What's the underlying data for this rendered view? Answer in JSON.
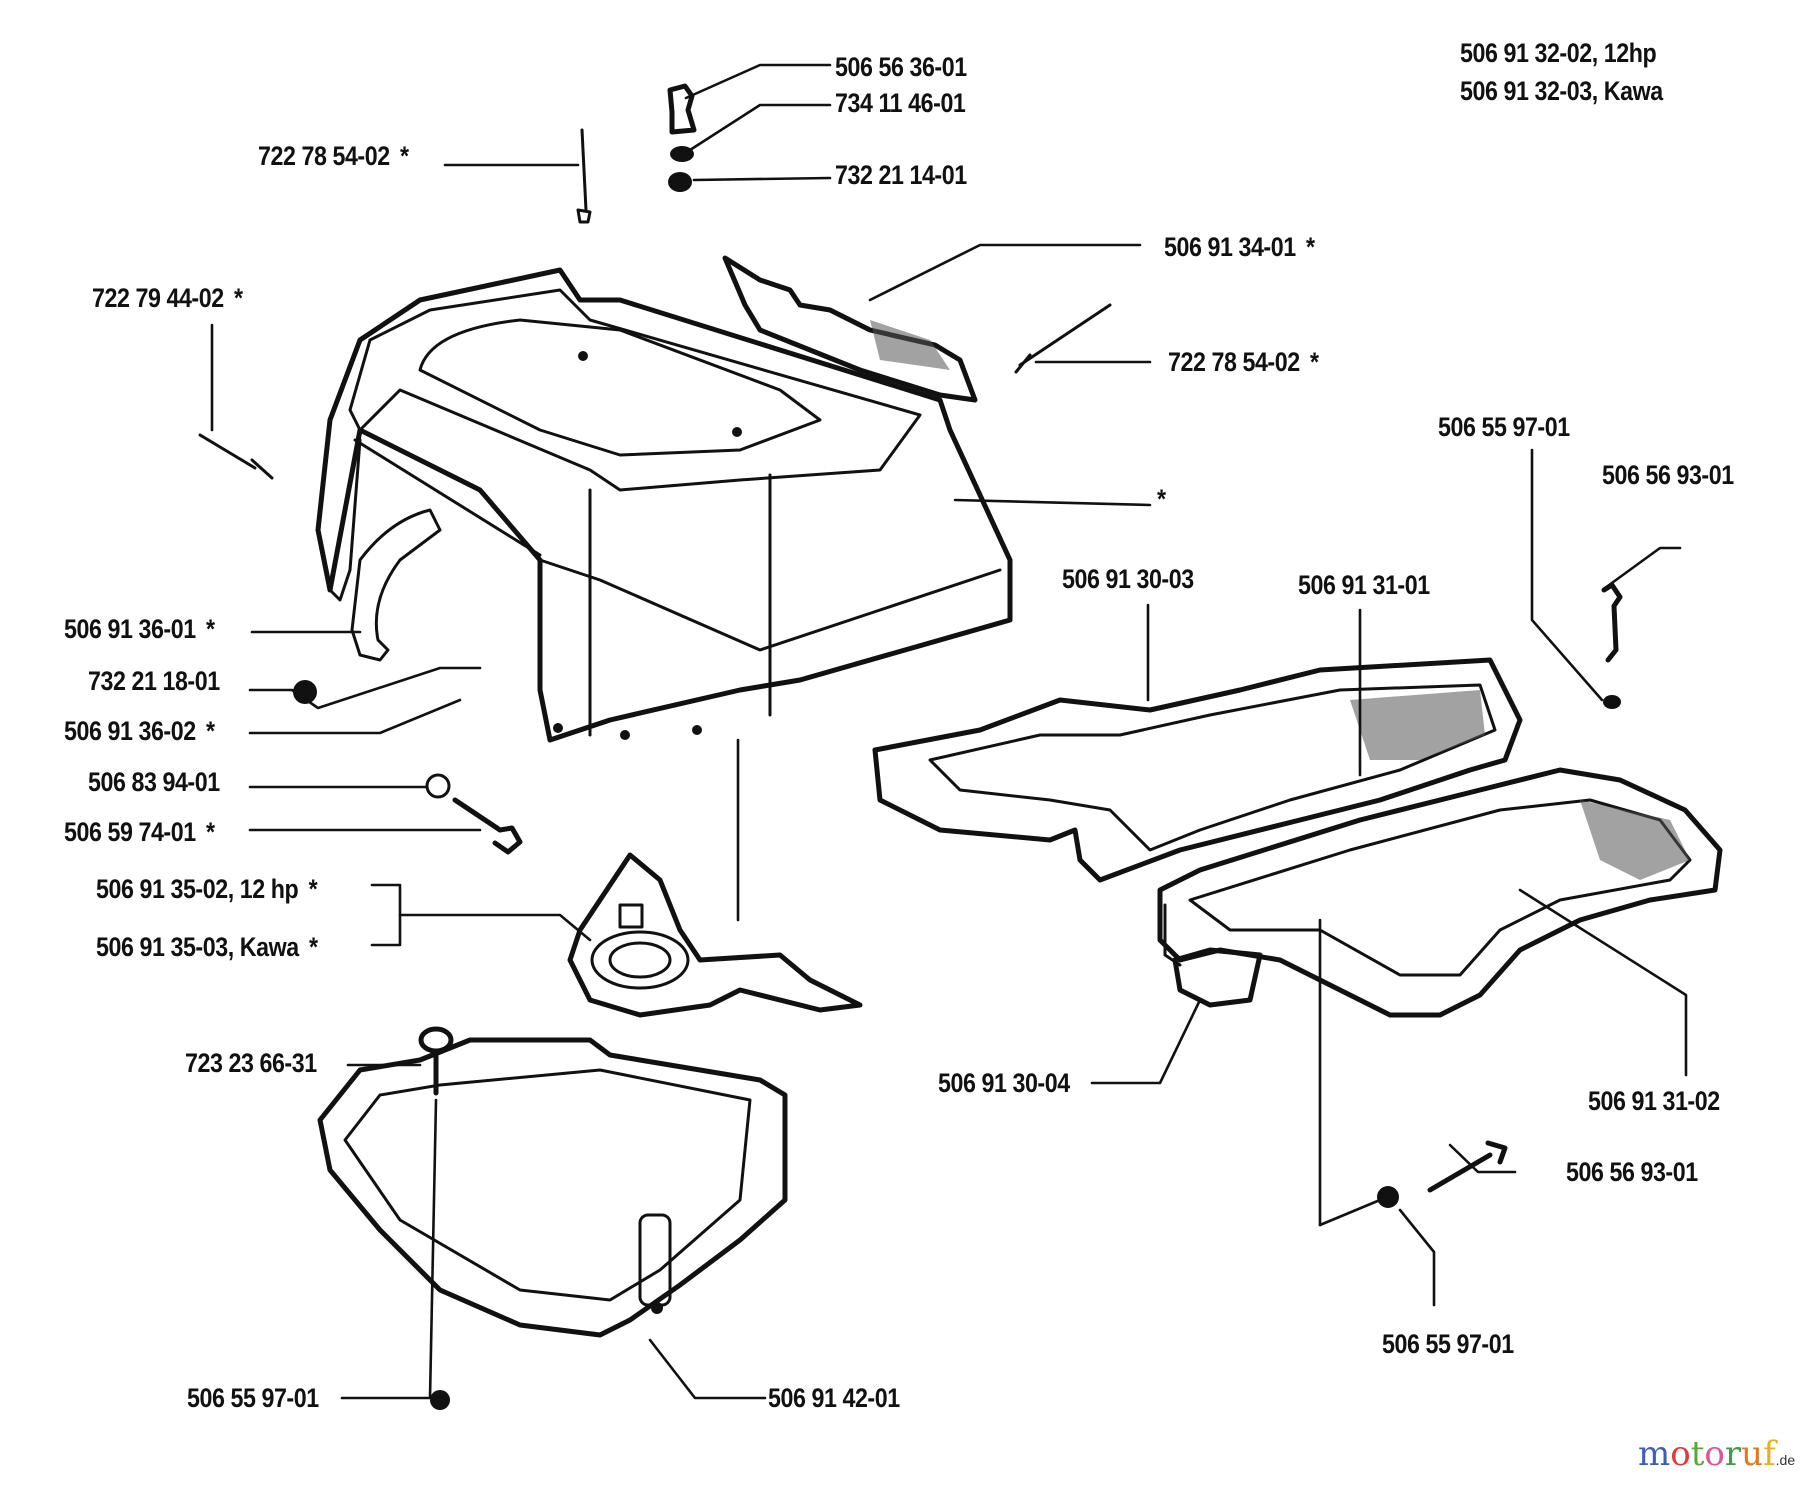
{
  "diagram": {
    "title": "Hood / body parts exploded view",
    "labels": [
      {
        "id": "p1",
        "text": "506 56 36-01",
        "marker": ""
      },
      {
        "id": "p2",
        "text": "734 11 46-01",
        "marker": ""
      },
      {
        "id": "p3",
        "text": "732 21 14-01",
        "marker": ""
      },
      {
        "id": "p4",
        "text": "722 78 54-02",
        "marker": "*"
      },
      {
        "id": "p5",
        "text": "722 79 44-02",
        "marker": "*"
      },
      {
        "id": "p6",
        "text": "506 91 34-01",
        "marker": "*"
      },
      {
        "id": "p7",
        "text": "722 78 54-02",
        "marker": "*"
      },
      {
        "id": "p8",
        "text": "506 91 32-02, 12hp",
        "marker": ""
      },
      {
        "id": "p9",
        "text": "506 91 32-03, Kawa",
        "marker": ""
      },
      {
        "id": "p10",
        "text": "506 55 97-01",
        "marker": ""
      },
      {
        "id": "p11",
        "text": "506 56 93-01",
        "marker": ""
      },
      {
        "id": "p12",
        "text": "",
        "marker": "*"
      },
      {
        "id": "p13",
        "text": "506 91 30-03",
        "marker": ""
      },
      {
        "id": "p14",
        "text": "506 91 31-01",
        "marker": ""
      },
      {
        "id": "p15",
        "text": "506 91 36-01",
        "marker": "*"
      },
      {
        "id": "p16",
        "text": "732 21 18-01",
        "marker": ""
      },
      {
        "id": "p17",
        "text": "506 91 36-02",
        "marker": "*"
      },
      {
        "id": "p18",
        "text": "506 83 94-01",
        "marker": ""
      },
      {
        "id": "p19",
        "text": "506 59 74-01",
        "marker": "*"
      },
      {
        "id": "p20",
        "text": "506 91 35-02, 12 hp",
        "marker": "*"
      },
      {
        "id": "p21",
        "text": "506 91 35-03, Kawa",
        "marker": "*"
      },
      {
        "id": "p22",
        "text": "723 23 66-31",
        "marker": ""
      },
      {
        "id": "p23",
        "text": "506 91 30-04",
        "marker": ""
      },
      {
        "id": "p24",
        "text": "506 91 31-02",
        "marker": ""
      },
      {
        "id": "p25",
        "text": "506 56 93-01",
        "marker": ""
      },
      {
        "id": "p26",
        "text": "506 55 97-01",
        "marker": ""
      },
      {
        "id": "p27",
        "text": "506 55 97-01",
        "marker": ""
      },
      {
        "id": "p28",
        "text": "506 91 42-01",
        "marker": ""
      }
    ],
    "parts": {
      "hood": "hood-cover",
      "panel": "grille-panel",
      "fender": "rear-fender",
      "seat_base": "seat-base-frame",
      "belt_guard": "belt-guard",
      "battery_cover": "battery-cover"
    }
  },
  "watermark": {
    "letters": [
      {
        "ch": "m",
        "color": "#3b5fb8"
      },
      {
        "ch": "o",
        "color": "#e23b3b"
      },
      {
        "ch": "t",
        "color": "#5aa83a"
      },
      {
        "ch": "o",
        "color": "#e0559a"
      },
      {
        "ch": "r",
        "color": "#3f9f3f"
      },
      {
        "ch": "u",
        "color": "#e07a1f"
      },
      {
        "ch": "f",
        "color": "#e8b01a"
      }
    ],
    "suffix": ".de"
  }
}
